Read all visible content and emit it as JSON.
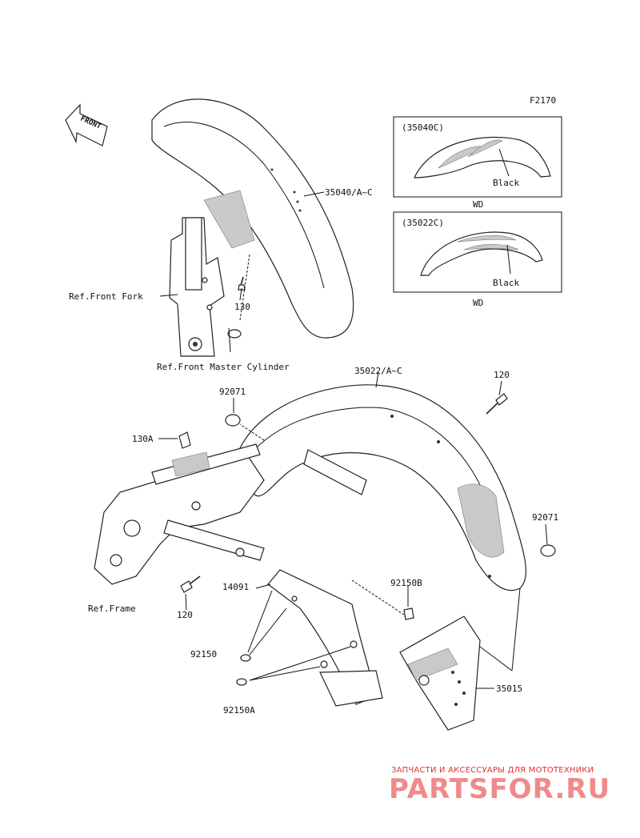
{
  "figure_code": "F2170",
  "front_marker": "FRONT",
  "insets": [
    {
      "code": "(35040C)",
      "color_label": "Black",
      "caption": "WD"
    },
    {
      "code": "(35022C)",
      "color_label": "Black",
      "caption": "WD"
    }
  ],
  "callouts": {
    "p35040": "35040/A~C",
    "p35022": "35022/A~C",
    "p130": "130",
    "p130A": "130A",
    "p120_top": "120",
    "p120_bottom": "120",
    "p92071_left": "92071",
    "p92071_right": "92071",
    "p14091": "14091",
    "p92150B": "92150B",
    "p92150": "92150",
    "p92150A": "92150A",
    "p35015": "35015"
  },
  "references": {
    "front_fork": "Ref.Front Fork",
    "master_cylinder": "Ref.Front Master Cylinder",
    "frame": "Ref.Frame"
  },
  "watermark": {
    "tagline": "ЗАПЧАСТИ И АКСЕССУАРЫ ДЛЯ МОТОТЕХНИКИ",
    "logo": "PARTSFOR.RU",
    "color": "#e23030"
  }
}
